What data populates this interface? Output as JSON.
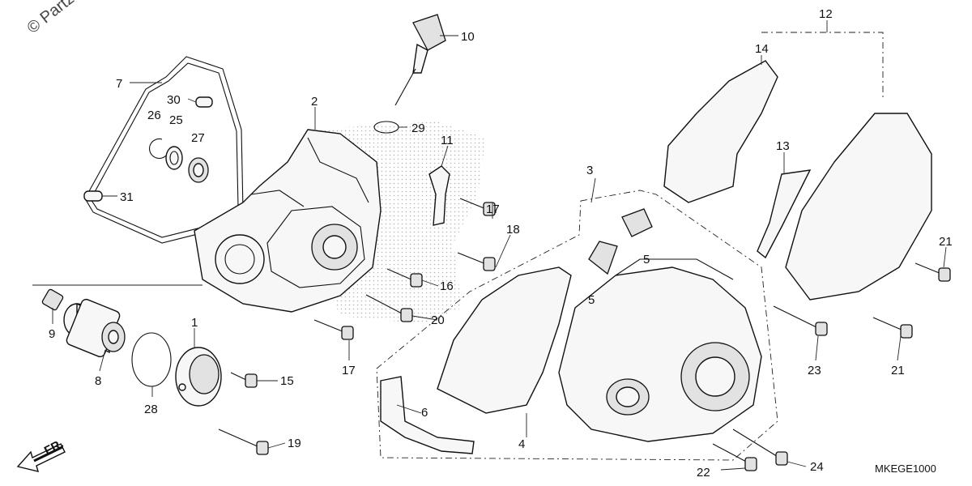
{
  "watermark": "© Partzilla",
  "direction_label": "FR.",
  "diagram_code": "MKEGE1000",
  "callouts": {
    "c1": "1",
    "c2": "2",
    "c3": "3",
    "c4": "4",
    "c5a": "5",
    "c5b": "5",
    "c6": "6",
    "c7": "7",
    "c8": "8",
    "c9": "9",
    "c10": "10",
    "c11": "11",
    "c12": "12",
    "c13": "13",
    "c14": "14",
    "c15": "15",
    "c16": "16",
    "c17a": "17",
    "c17b": "17",
    "c18": "18",
    "c19": "19",
    "c20": "20",
    "c21a": "21",
    "c21b": "21",
    "c22": "22",
    "c23": "23",
    "c24": "24",
    "c25": "25",
    "c26": "26",
    "c27": "27",
    "c28": "28",
    "c29": "29",
    "c30": "30",
    "c31": "31"
  }
}
